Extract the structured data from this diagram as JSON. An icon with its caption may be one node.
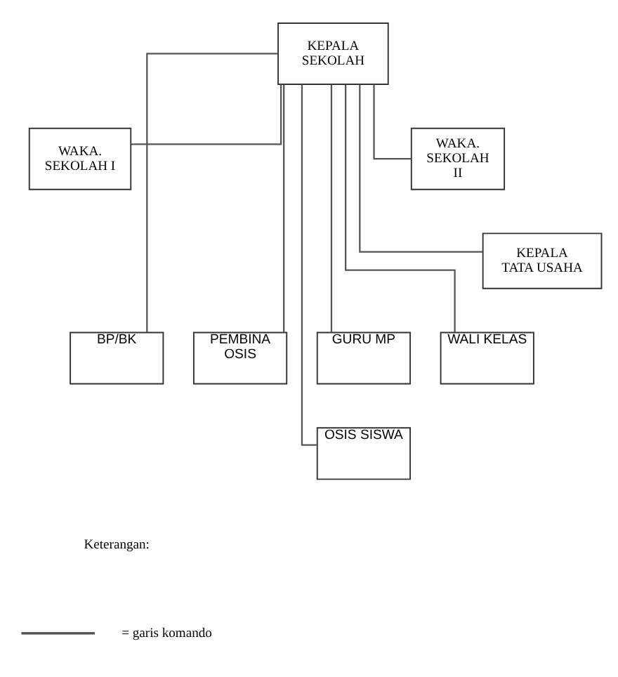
{
  "diagram": {
    "nodes": [
      {
        "text": [
          "KEPALA SEKOLAH"
        ]
      },
      {
        "text": [
          "WAKA. SEKOLAH I"
        ]
      },
      {
        "text": [
          "WAKA. SEKOLAH II"
        ]
      },
      {
        "text": [
          "KEPALA TATA USAHA"
        ]
      },
      {
        "text": [
          "BP/BK"
        ]
      },
      {
        "text": [
          "PEMBINA OSIS"
        ]
      },
      {
        "text": [
          "GURU MP"
        ]
      },
      {
        "text": [
          "WALI KELAS"
        ]
      },
      {
        "text": [
          "OSIS SISWA"
        ]
      }
    ],
    "edges": [
      {
        "from": 0,
        "to": 1,
        "arrow": "none"
      },
      {
        "from": 0,
        "to": 2,
        "arrow": "none"
      },
      {
        "from": 0,
        "to": 3,
        "arrow": "none"
      },
      {
        "from": 0,
        "to": 4,
        "arrow": "none"
      },
      {
        "from": 0,
        "to": 5,
        "arrow": "none"
      },
      {
        "from": 0,
        "to": 6,
        "arrow": "none"
      },
      {
        "from": 0,
        "to": 7,
        "arrow": "none"
      },
      {
        "from": 0,
        "to": 8,
        "arrow": "none"
      }
    ],
    "labels": [
      "Keterangan:"
    ],
    "legend": [
      {
        "text": "= garis komando"
      }
    ]
  }
}
